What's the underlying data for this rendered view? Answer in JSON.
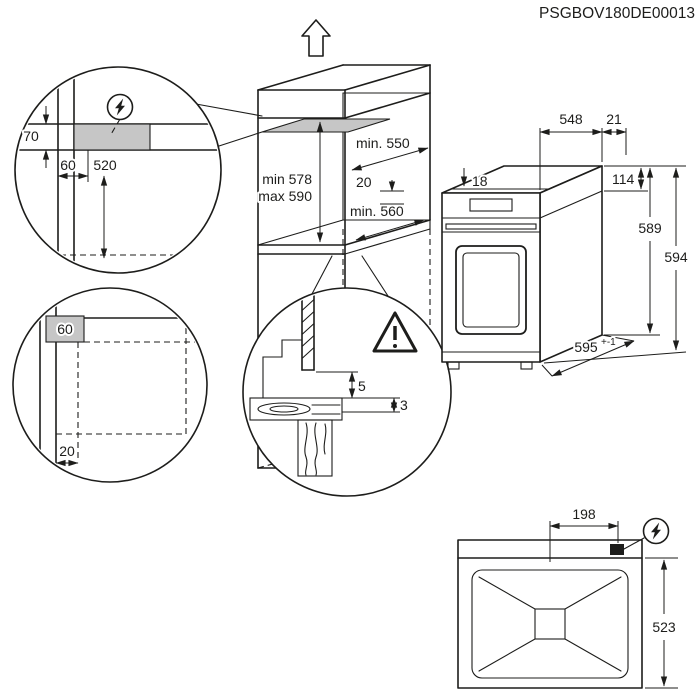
{
  "header": {
    "code": "PSGBOV180DE00013"
  },
  "cabinet": {
    "niche_top_depth": "min. 550",
    "niche_top_gap": "20",
    "niche_height_min": "min 578",
    "niche_height_max": "max 590",
    "niche_bottom_depth": "min. 560"
  },
  "detail_top_left": {
    "strip_height": "70",
    "strip_offset": "60",
    "outlet_depth": "520"
  },
  "detail_bottom_left": {
    "cutout_width": "60",
    "edge_offset": "20"
  },
  "detail_front_edge": {
    "gap_top": "5",
    "gap_bottom": "3"
  },
  "oven": {
    "body_depth": "548",
    "panel_overhang": "21",
    "top_inset": "18",
    "panel_height": "114",
    "height_body": "589",
    "height_total": "594",
    "depth_total": "595",
    "depth_tolerance": "+-1"
  },
  "rear_view": {
    "cable_offset": "198",
    "height": "523"
  },
  "icons": {
    "up_arrow": "up-arrow",
    "power_connection": "power-connection-bolt",
    "warning": "warning-triangle"
  },
  "colors": {
    "line": "#1d1d1b",
    "highlight_gray": "#c6c6c6",
    "background": "#ffffff"
  }
}
